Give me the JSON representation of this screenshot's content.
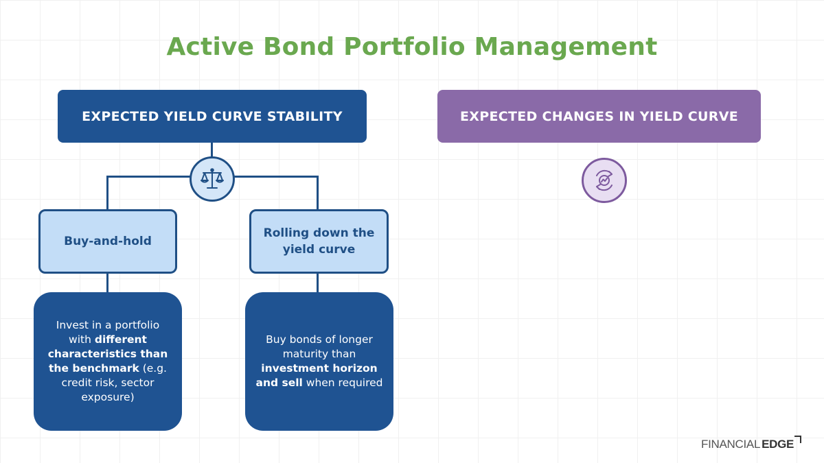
{
  "title": "Active Bond Portfolio Management",
  "branches": {
    "left": {
      "label": "EXPECTED YIELD CURVE STABILITY",
      "icon": "scale-icon",
      "strategies": [
        {
          "label": "Buy-and-hold",
          "description": {
            "pre": "Invest in a portfolio with ",
            "bold": "different characteristics than the benchmark",
            "post": " (e.g. credit risk, sector exposure)"
          }
        },
        {
          "label": "Rolling down the yield curve",
          "description": {
            "pre": "Buy bonds of longer maturity than ",
            "bold": "investment horizon and sell",
            "post": " when required"
          }
        }
      ]
    },
    "right": {
      "label": "EXPECTED CHANGES IN YIELD CURVE",
      "icon": "cycle-chart-icon"
    }
  },
  "logo": {
    "text_light": "FINANCIAL",
    "text_bold": "EDGE"
  },
  "colors": {
    "title": "#6aa84f",
    "navy": "#1f5392",
    "purple": "#8a6aa8",
    "light_blue": "#c3ddf7"
  }
}
